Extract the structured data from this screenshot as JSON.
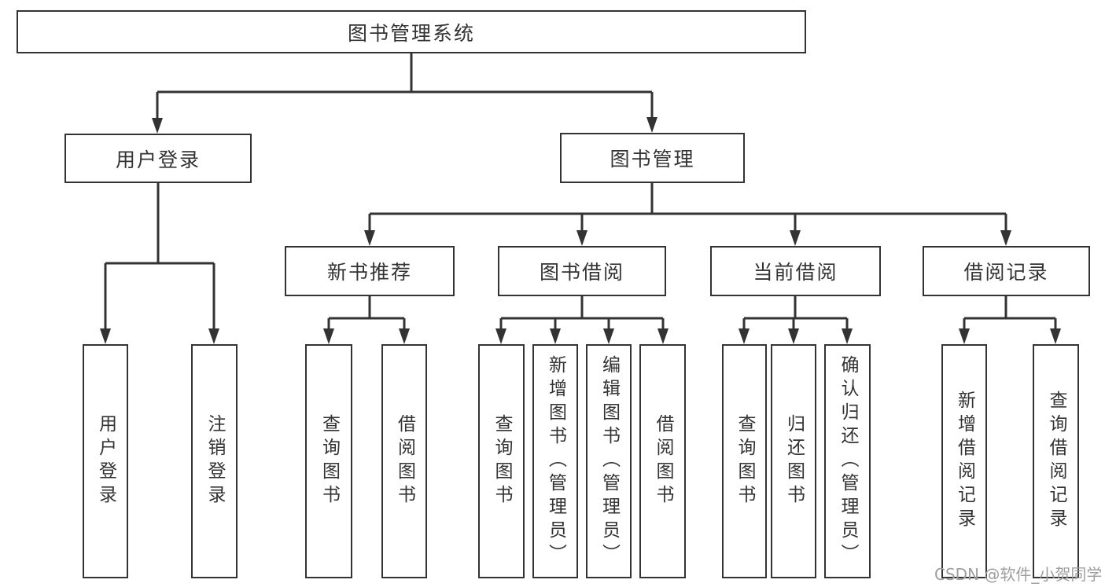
{
  "diagram_title": "图书管理系统",
  "colors": {
    "line": "#333333",
    "box_border": "#333333",
    "text": "#333333",
    "background": "#ffffff",
    "watermark": "#9e9e9e"
  },
  "nodes": {
    "root": "图书管理系统",
    "level2": {
      "user_login": "用户登录",
      "book_management": "图书管理"
    },
    "level3": {
      "new_book_recommend": "新书推荐",
      "book_borrow": "图书借阅",
      "current_borrow": "当前借阅",
      "borrow_record": "借阅记录"
    },
    "leaves": {
      "user_login": [
        "用户登录",
        "注销登录"
      ],
      "new_book_recommend": [
        "查询图书",
        "借阅图书"
      ],
      "book_borrow": [
        "查询图书",
        "新增图书（管理员）",
        "编辑图书（管理员）",
        "借阅图书"
      ],
      "current_borrow": [
        "查询图书",
        "归还图书",
        "确认归还（管理员）"
      ],
      "borrow_record": [
        "新增借阅记录",
        "查询借阅记录"
      ]
    }
  },
  "watermark": "CSDN @软件_小贺同学"
}
